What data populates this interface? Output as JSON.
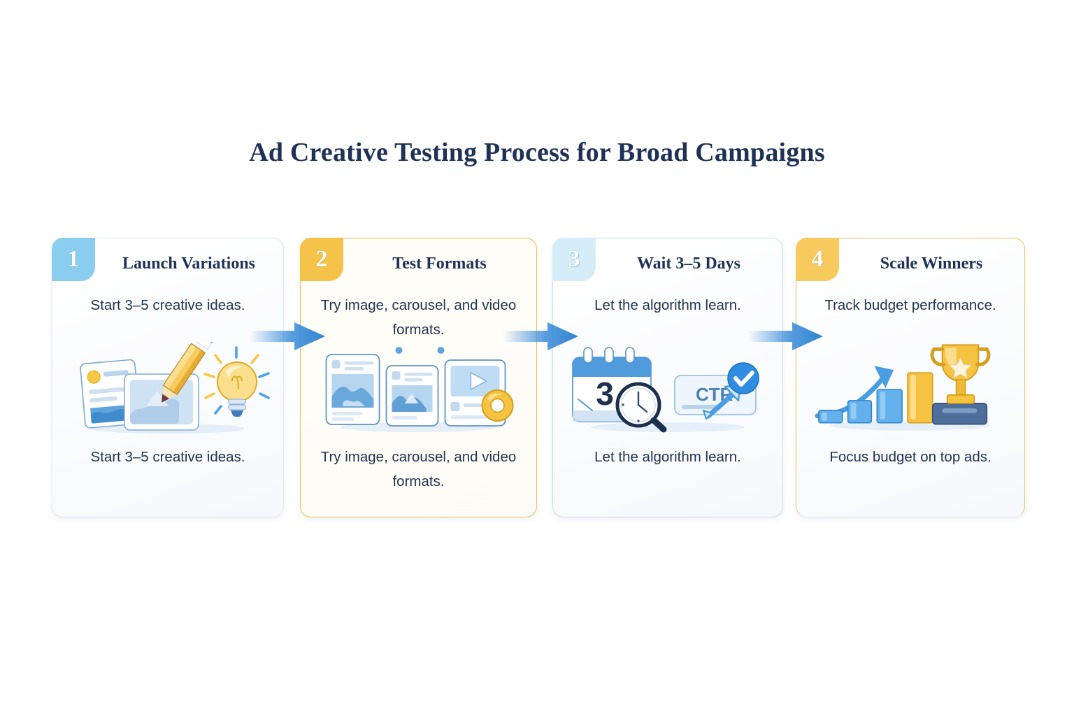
{
  "title": "Ad Creative Testing Process for Broad Campaigns",
  "colors": {
    "title_navy": "#1f3256",
    "body_navy": "#23344f",
    "accent_blue": "#3d8ddb",
    "accent_light_blue": "#8bcdee",
    "accent_pale_blue": "#d6ecf8",
    "accent_gold": "#f6c34a",
    "card_border_grey": "#e3e8f2",
    "background": "#ffffff"
  },
  "steps": [
    {
      "number": "1",
      "title": "Launch Variations",
      "lead": "Start 3–5 creative ideas.",
      "footer": "Start 3–5 creative ideas.",
      "illustration": "creative-ideas-illustration",
      "badge_color": "#8bcdee"
    },
    {
      "number": "2",
      "title": "Test Formats",
      "lead": "Try image, carousel, and video formats.",
      "footer": "Try image, carousel, and video formats.",
      "illustration": "ad-formats-illustration",
      "badge_color": "#f6c34a"
    },
    {
      "number": "3",
      "title": "Wait 3–5 Days",
      "lead": "Let the algorithm learn.",
      "footer": "Let the algorithm learn.",
      "illustration": "calendar-metrics-illustration",
      "badge_color": "#d6ecf8",
      "calendar_day": "3",
      "metric_label": "CTR"
    },
    {
      "number": "4",
      "title": "Scale Winners",
      "lead": "Track budget performance.",
      "footer": "Focus budget on top ads.",
      "illustration": "growth-trophy-illustration",
      "badge_color": "#f7ca5e"
    }
  ],
  "arrows": [
    {
      "name": "arrow-step1-to-step2"
    },
    {
      "name": "arrow-step2-to-step3"
    },
    {
      "name": "arrow-step3-to-step4"
    }
  ]
}
